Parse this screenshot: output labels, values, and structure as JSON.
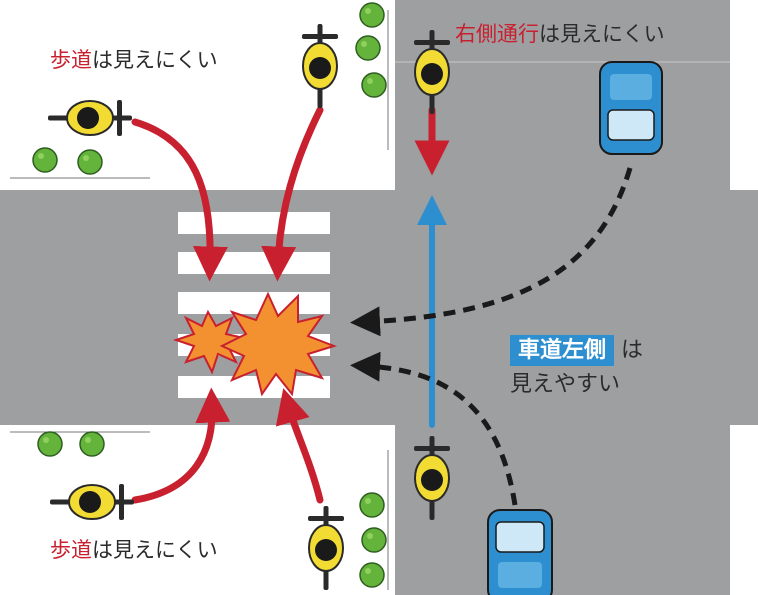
{
  "labels": {
    "top_left": {
      "highlight": "歩道",
      "rest": "は見えにくい"
    },
    "top_right": {
      "highlight": "右側通行",
      "rest": "は見えにくい"
    },
    "bottom_left": {
      "highlight": "歩道",
      "rest": "は見えにくい"
    },
    "right": {
      "badge": "車道左側",
      "rest": "は",
      "line2": "見えやすい"
    }
  },
  "colors": {
    "road": "#9e9fa1",
    "sidewalk": "#ffffff",
    "danger_arrow": "#c8202f",
    "safe_arrow": "#2e8fd0",
    "car": "#2e8fd0",
    "crash": "#f39131",
    "bicycle": "#f2dc34",
    "tree": "#64b43c"
  }
}
